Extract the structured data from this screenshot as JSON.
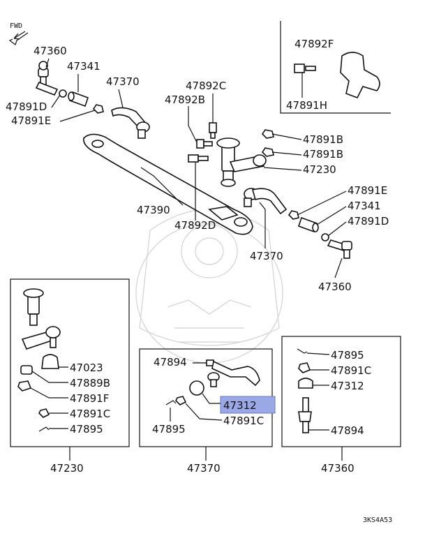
{
  "fwd_label": "FWD",
  "footer_code": "3KS4A53",
  "highlight_color": "#9aa8e6",
  "main_labels": {
    "l47360_top": "47360",
    "l47341_top": "47341",
    "l47370_top": "47370",
    "l47891d_top": "47891D",
    "l47891e_top": "47891E",
    "l47892c": "47892C",
    "l47892b": "47892B",
    "l47892f": "47892F",
    "l47891h": "47891H",
    "l47891b_1": "47891B",
    "l47891b_2": "47891B",
    "l47230": "47230",
    "l47390": "47390",
    "l47892d": "47892D",
    "l47891e_r": "47891E",
    "l47341_r": "47341",
    "l47891d_r": "47891D",
    "l47370_r": "47370",
    "l47360_r": "47360"
  },
  "box_left": {
    "items": [
      "47023",
      "47889B",
      "47891F",
      "47891C",
      "47895"
    ],
    "caption": "47230"
  },
  "box_mid": {
    "items": [
      "47894",
      "47312",
      "47895",
      "47891C"
    ],
    "caption": "47370"
  },
  "box_right": {
    "items": [
      "47895",
      "47891C",
      "47312",
      "47894"
    ],
    "caption": "47360"
  }
}
